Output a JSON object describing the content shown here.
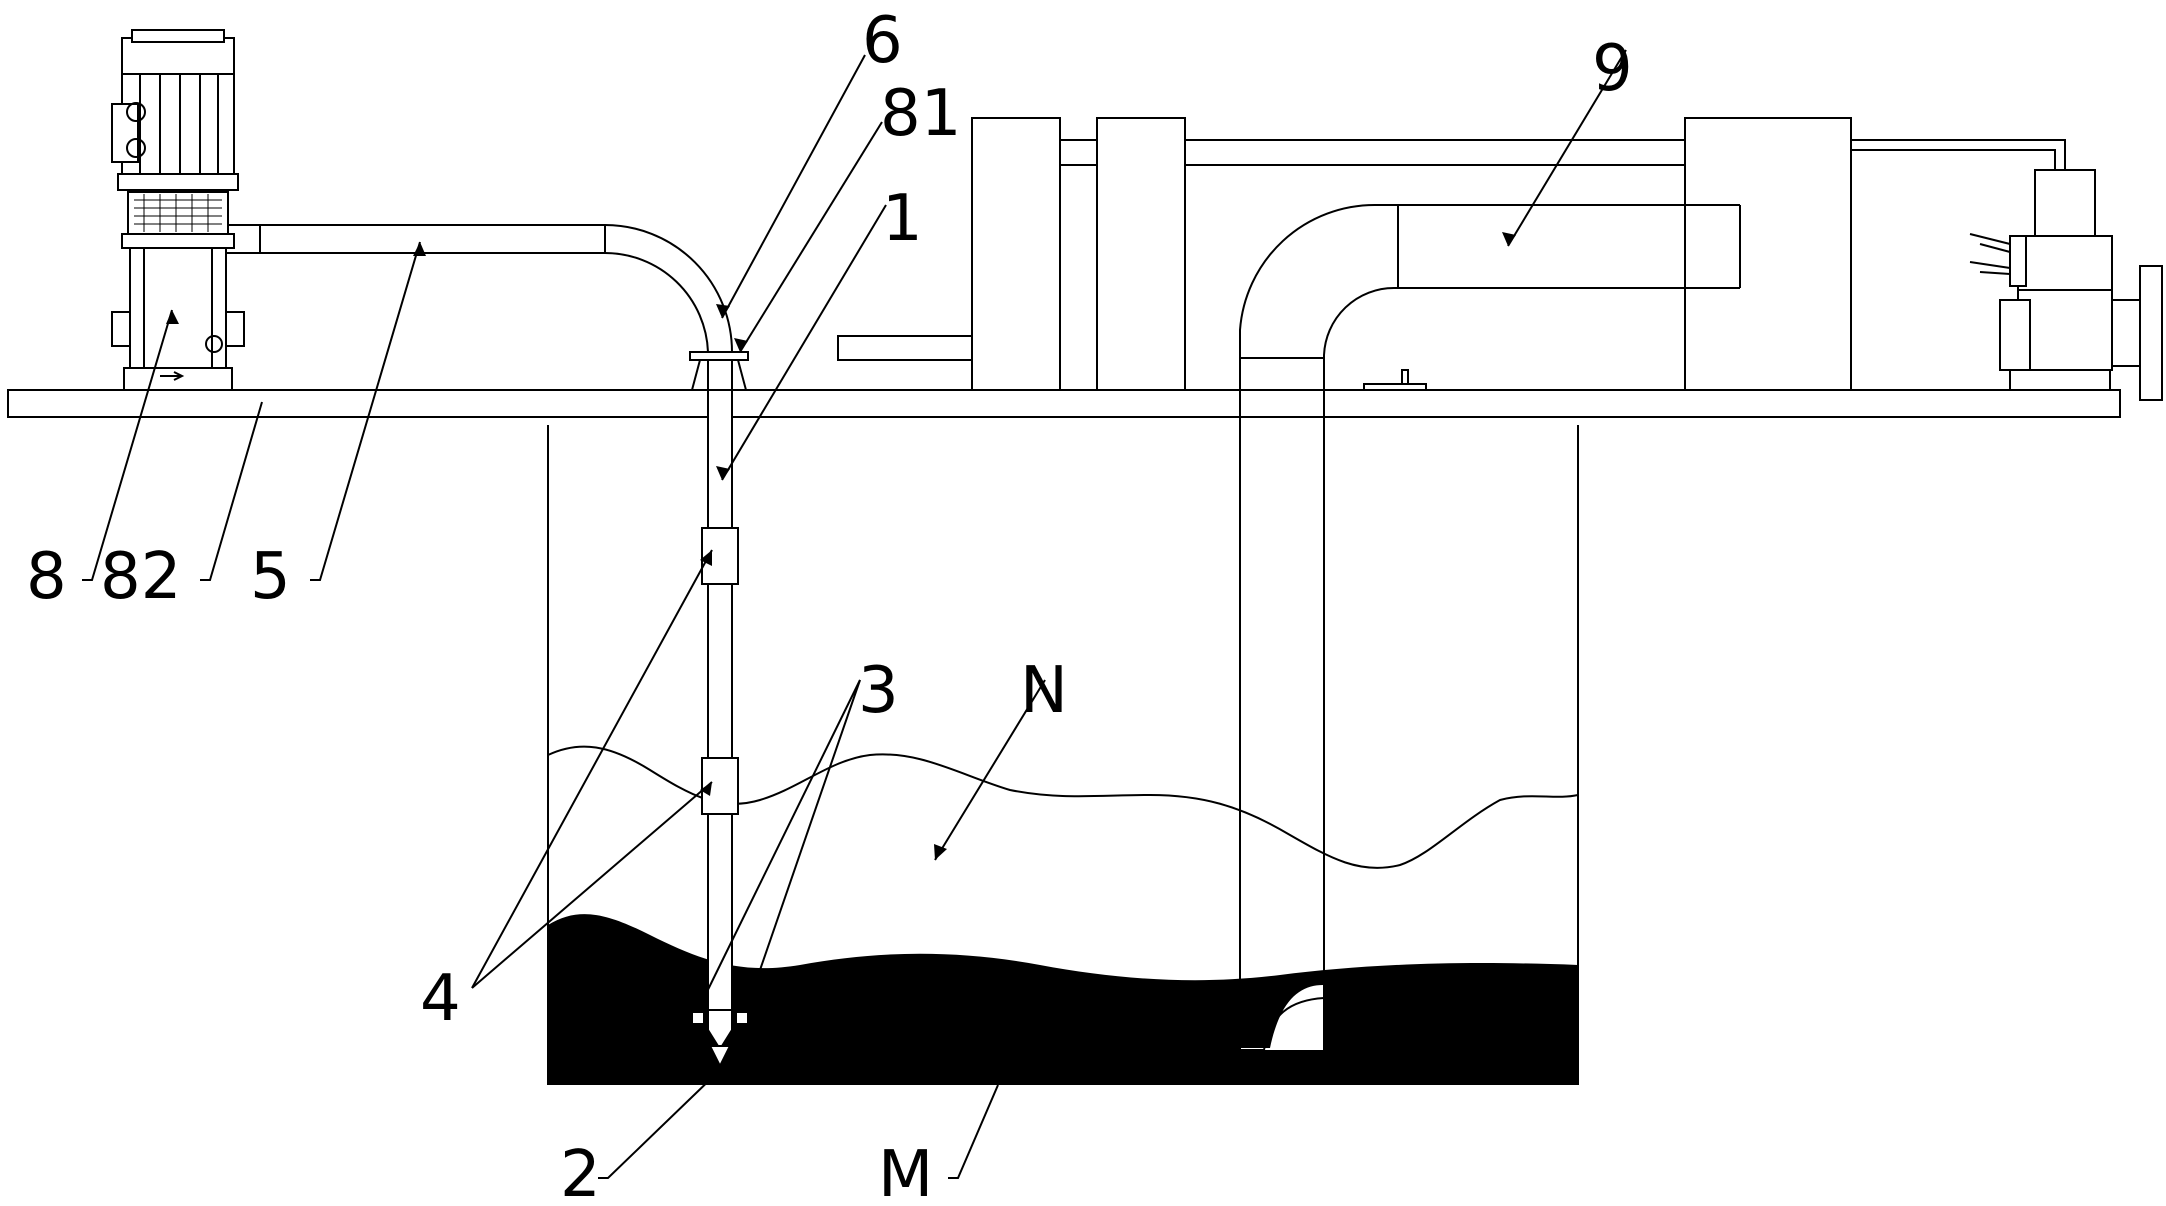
{
  "labels": {
    "l1": "1",
    "l2": "2",
    "l3": "3",
    "l4": "4",
    "l5": "5",
    "l6": "6",
    "l8": "8",
    "l81": "81",
    "l82": "82",
    "l9": "9",
    "lN": "N",
    "lM": "M"
  },
  "colors": {
    "line": "#000000",
    "background": "#ffffff",
    "sediment": "#000000"
  }
}
